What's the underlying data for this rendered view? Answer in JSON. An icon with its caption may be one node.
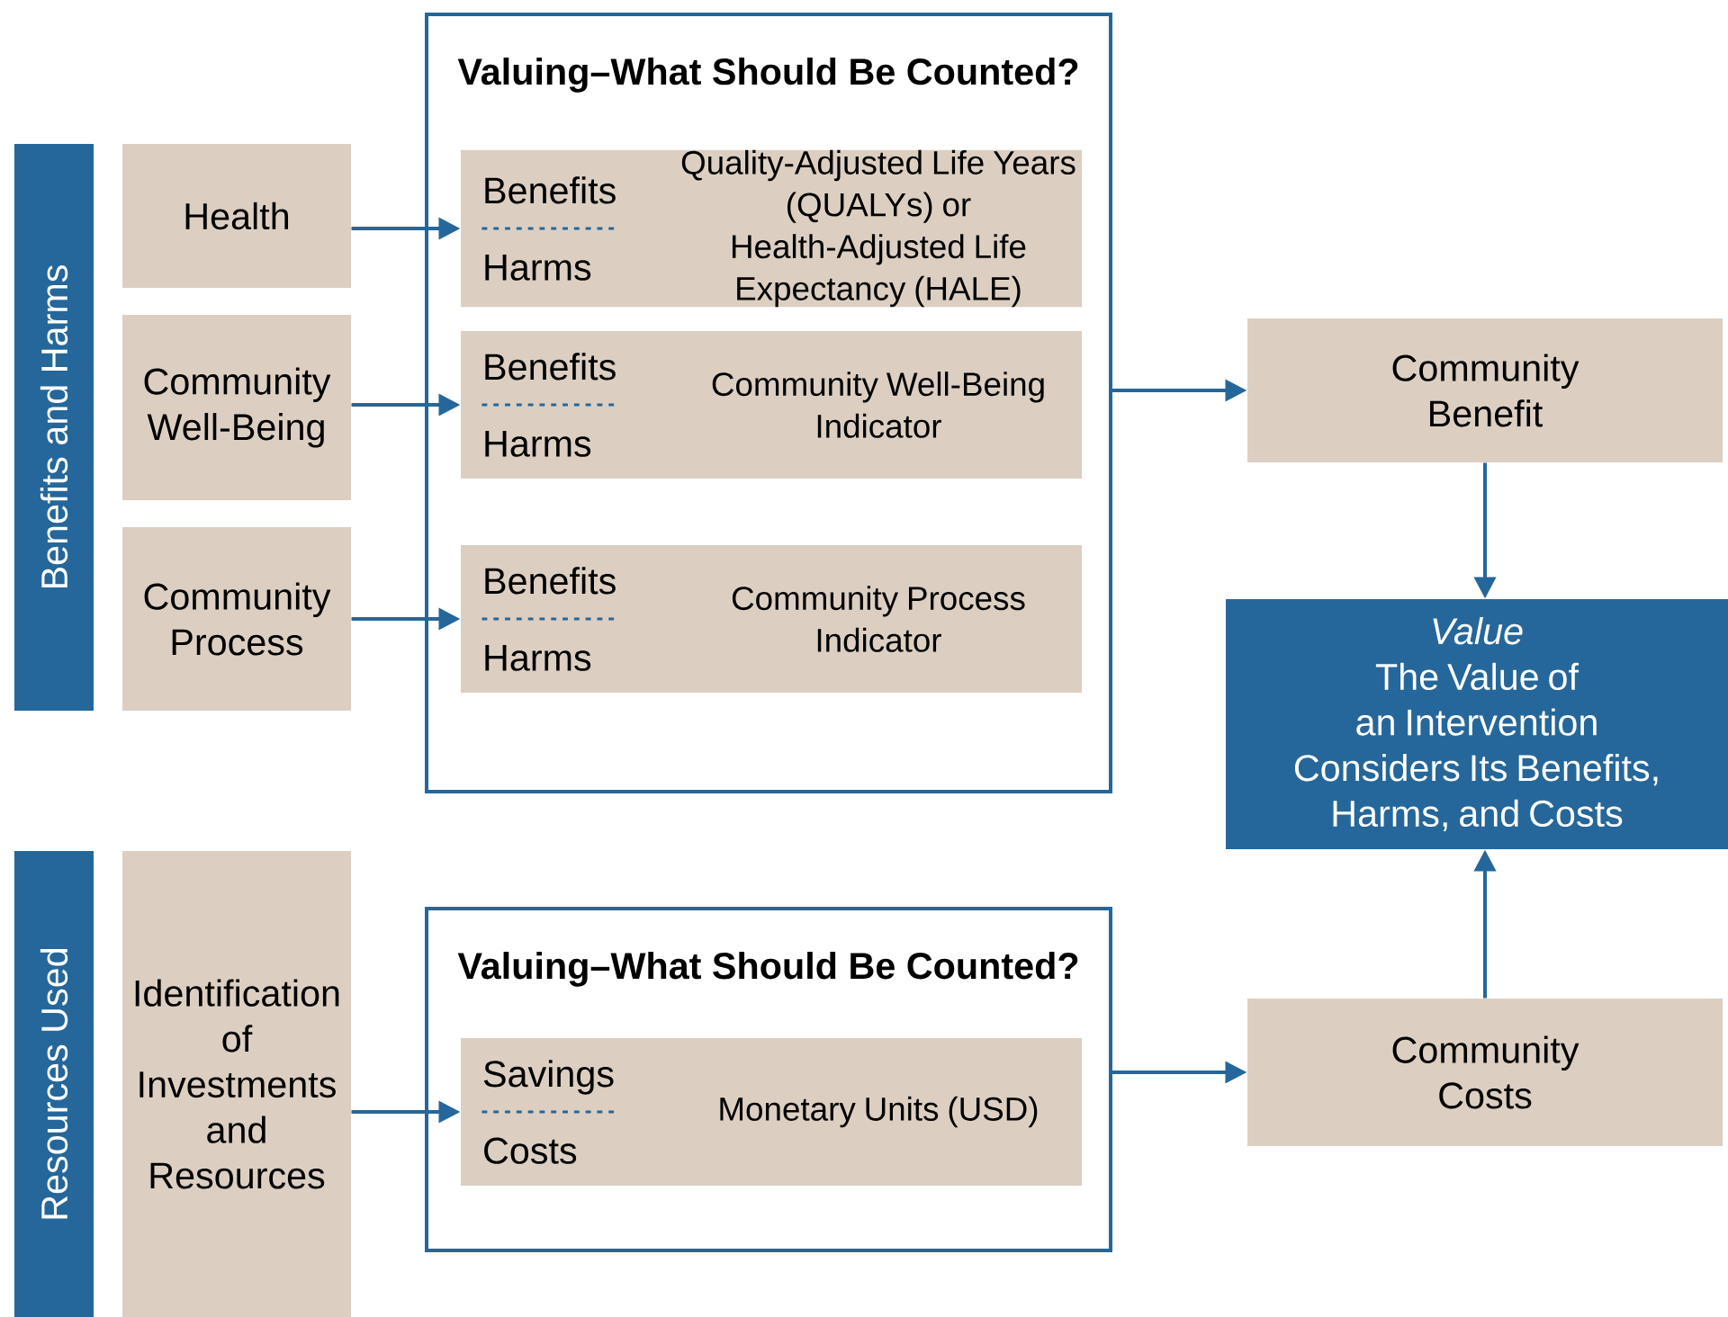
{
  "diagram": {
    "nodes": [
      {
        "text": [
          "Benefits and Harms"
        ]
      },
      {
        "text": [
          "Health"
        ]
      },
      {
        "text": [
          "Community Well-Being"
        ]
      },
      {
        "text": [
          "Community Process"
        ]
      },
      {
        "text": [
          "Valuing–What Should Be Counted?"
        ]
      },
      {
        "text": [
          "Benefits",
          "Harms",
          "Quality-Adjusted Life Years (QUALYs) or Health-Adjusted Life Expectancy (HALE)"
        ],
        "in": 4
      },
      {
        "text": [
          "Benefits",
          "Harms",
          "Community Well-Being Indicator"
        ],
        "in": 4
      },
      {
        "text": [
          "Benefits",
          "Harms",
          "Community Process Indicator"
        ],
        "in": 4
      },
      {
        "text": [
          "Community Benefit"
        ]
      },
      {
        "text": [
          "Value",
          "The Value of an Intervention Considers Its Benefits, Harms, and Costs"
        ]
      },
      {
        "text": [
          "Resources Used"
        ]
      },
      {
        "text": [
          "Identification of Investments and Resources"
        ]
      },
      {
        "text": [
          "Valuing–What Should Be Counted?"
        ]
      },
      {
        "text": [
          "Savings",
          "Costs",
          "Monetary Units (USD)"
        ],
        "in": 12
      },
      {
        "text": [
          "Community Costs"
        ]
      }
    ],
    "edges": [
      {
        "from": 1,
        "to": 5,
        "arrow": "to"
      },
      {
        "from": 2,
        "to": 6,
        "arrow": "to"
      },
      {
        "from": 3,
        "to": 7,
        "arrow": "to"
      },
      {
        "from": 4,
        "to": 8,
        "arrow": "to"
      },
      {
        "from": 8,
        "to": 9,
        "arrow": "to"
      },
      {
        "from": 11,
        "to": 13,
        "arrow": "to"
      },
      {
        "from": 12,
        "to": 14,
        "arrow": "to"
      },
      {
        "from": 14,
        "to": 9,
        "arrow": "to"
      }
    ]
  }
}
